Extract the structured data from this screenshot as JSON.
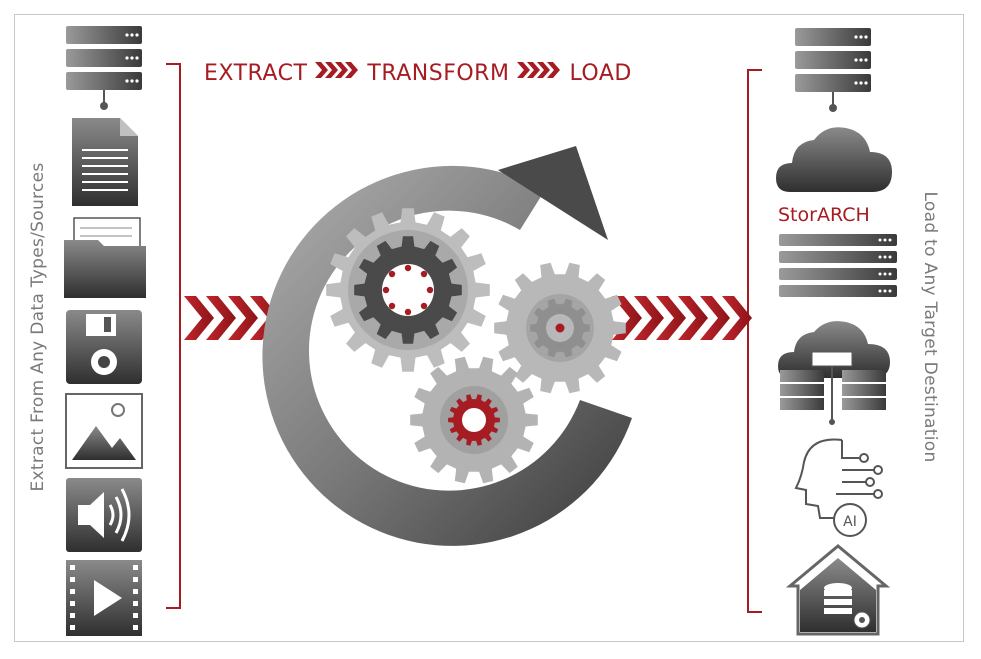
{
  "banner": {
    "step1": "EXTRACT",
    "step2": "TRANSFORM",
    "step3": "LOAD"
  },
  "left_label": "Extract From Any Data Types/Sources",
  "right_label": "Load to Any Target Destination",
  "storarch_label": "StorARCH",
  "ai_badge": "AI",
  "colors": {
    "accent": "#a61c22",
    "icon_dark": "#3a3a3a",
    "icon_mid": "#6b6b6b",
    "gear_light": "#b5b5b5",
    "gear_dark": "#4a4a4a"
  },
  "sources": [
    "server-icon",
    "document-icon",
    "folder-icon",
    "floppy-disk-icon",
    "image-icon",
    "audio-icon",
    "video-icon"
  ],
  "targets": [
    "server-icon",
    "cloud-icon",
    "storarch-server-icon",
    "cloud-server-icon",
    "ai-head-icon",
    "home-database-icon"
  ]
}
